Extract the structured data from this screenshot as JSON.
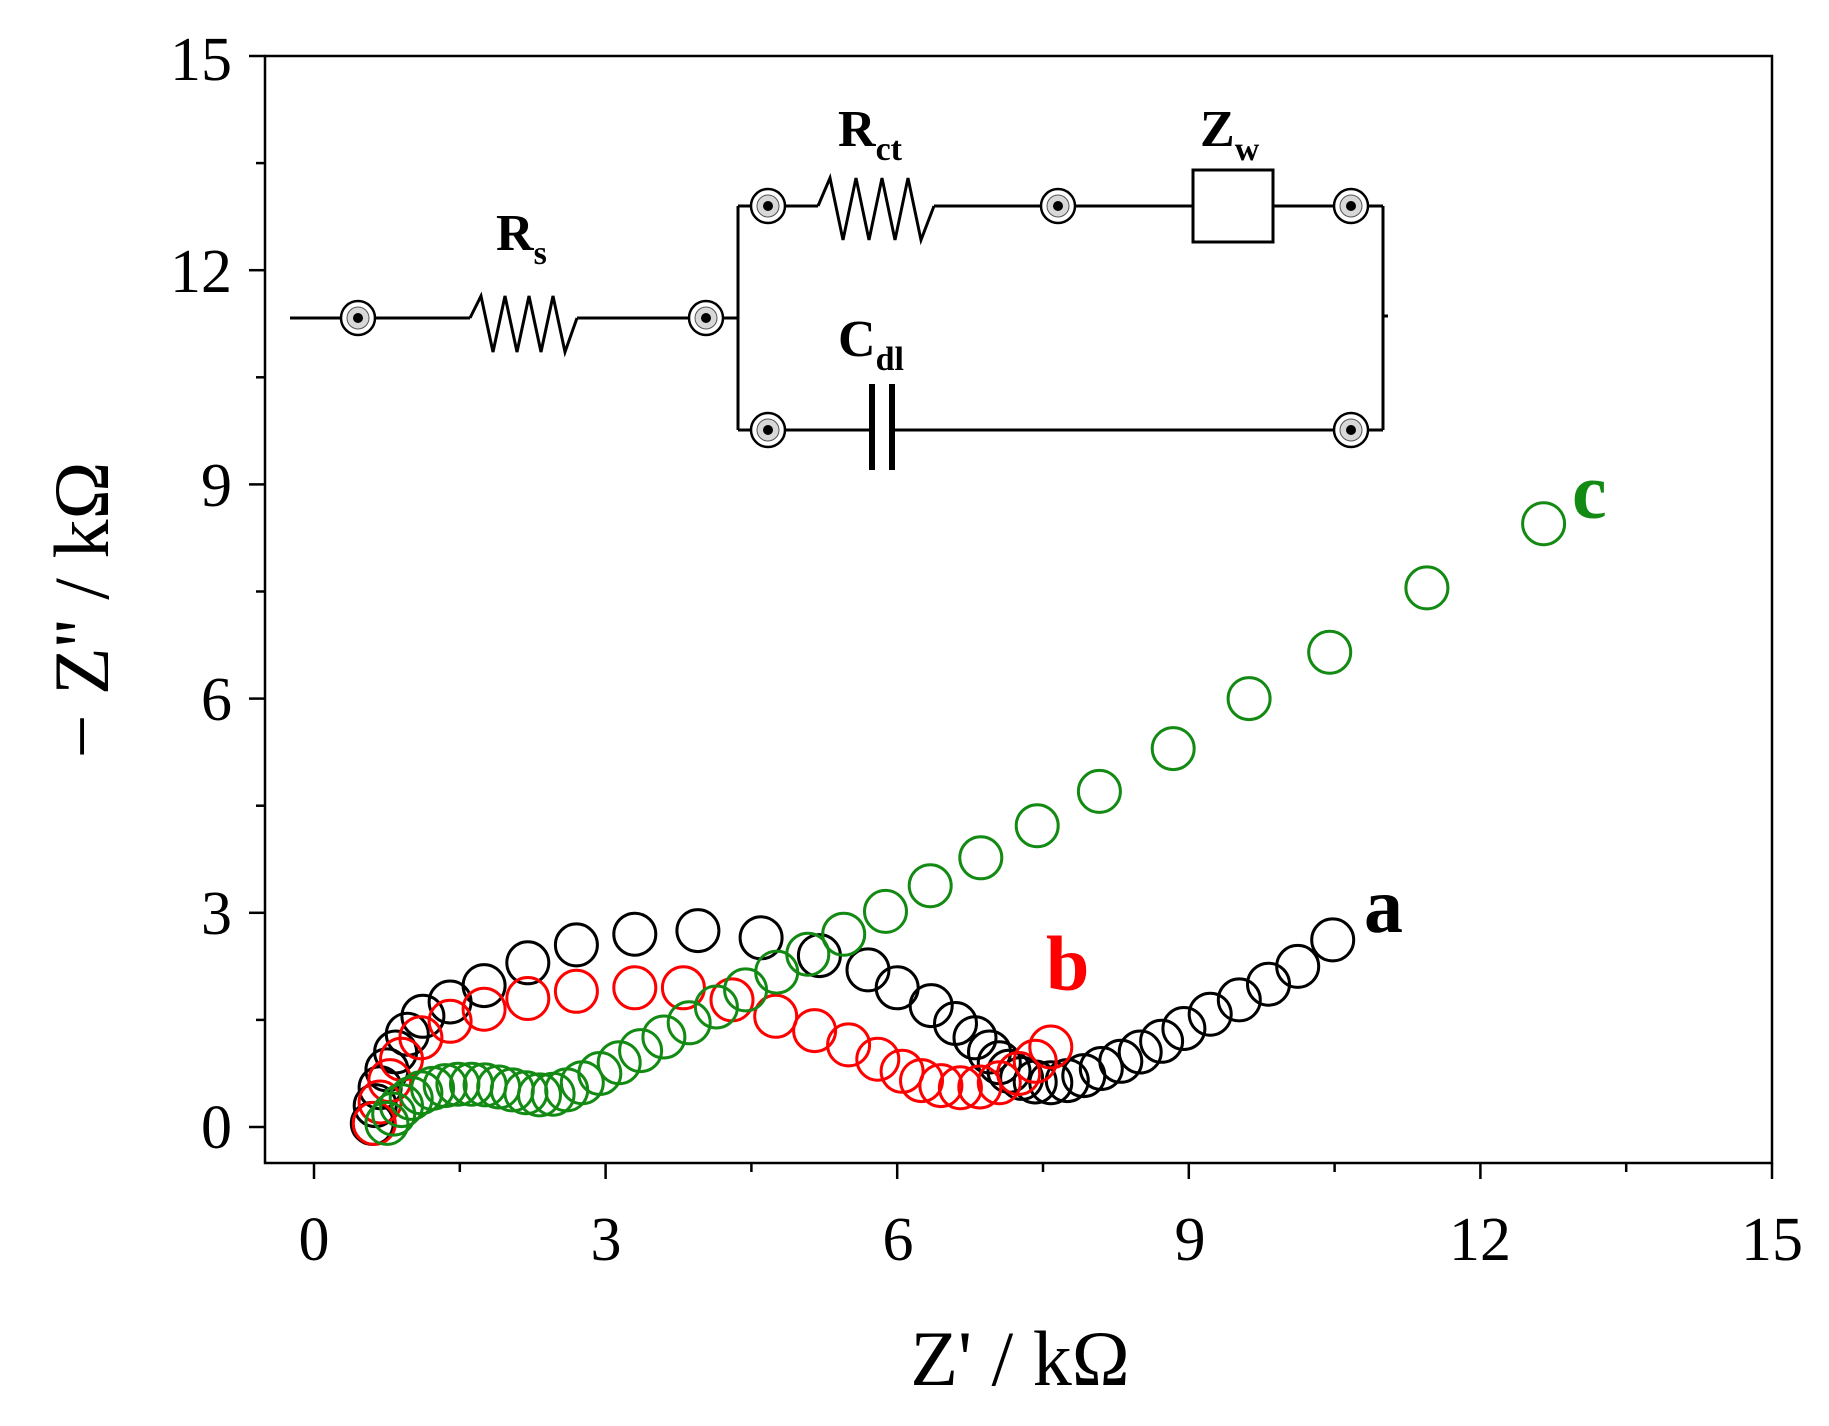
{
  "chart_data": {
    "type": "scatter",
    "title": "",
    "xlabel": "Z' / kΩ",
    "ylabel": "− Z'' / kΩ",
    "xlim": [
      -0.5,
      15
    ],
    "ylim": [
      -0.5,
      15
    ],
    "xticks": [
      "0",
      "3",
      "6",
      "9",
      "12",
      "15"
    ],
    "yticks": [
      "0",
      "3",
      "6",
      "9",
      "12",
      "15"
    ],
    "grid": false,
    "marker": "open-circle",
    "series": [
      {
        "name": "a",
        "color": "#000000",
        "points": [
          [
            0.6,
            0.05
          ],
          [
            0.63,
            0.3
          ],
          [
            0.68,
            0.55
          ],
          [
            0.75,
            0.8
          ],
          [
            0.84,
            1.05
          ],
          [
            0.96,
            1.3
          ],
          [
            1.12,
            1.55
          ],
          [
            1.4,
            1.75
          ],
          [
            1.75,
            1.98
          ],
          [
            2.2,
            2.3
          ],
          [
            2.7,
            2.55
          ],
          [
            3.3,
            2.7
          ],
          [
            3.95,
            2.75
          ],
          [
            4.6,
            2.65
          ],
          [
            5.2,
            2.4
          ],
          [
            5.7,
            2.2
          ],
          [
            6.0,
            1.95
          ],
          [
            6.35,
            1.7
          ],
          [
            6.6,
            1.45
          ],
          [
            6.8,
            1.25
          ],
          [
            6.95,
            1.05
          ],
          [
            7.05,
            0.9
          ],
          [
            7.15,
            0.78
          ],
          [
            7.28,
            0.68
          ],
          [
            7.42,
            0.63
          ],
          [
            7.58,
            0.62
          ],
          [
            7.75,
            0.65
          ],
          [
            7.92,
            0.72
          ],
          [
            8.1,
            0.82
          ],
          [
            8.3,
            0.92
          ],
          [
            8.5,
            1.05
          ],
          [
            8.72,
            1.2
          ],
          [
            8.95,
            1.38
          ],
          [
            9.22,
            1.58
          ],
          [
            9.52,
            1.78
          ],
          [
            9.82,
            2.0
          ],
          [
            10.12,
            2.25
          ],
          [
            10.48,
            2.62
          ]
        ]
      },
      {
        "name": "b",
        "color": "#ff0000",
        "points": [
          [
            0.62,
            0.05
          ],
          [
            0.68,
            0.35
          ],
          [
            0.78,
            0.65
          ],
          [
            0.9,
            0.95
          ],
          [
            1.1,
            1.25
          ],
          [
            1.4,
            1.48
          ],
          [
            1.75,
            1.65
          ],
          [
            2.2,
            1.8
          ],
          [
            2.7,
            1.9
          ],
          [
            3.3,
            1.95
          ],
          [
            3.8,
            1.95
          ],
          [
            4.3,
            1.78
          ],
          [
            4.75,
            1.55
          ],
          [
            5.15,
            1.35
          ],
          [
            5.5,
            1.15
          ],
          [
            5.8,
            0.95
          ],
          [
            6.05,
            0.78
          ],
          [
            6.25,
            0.65
          ],
          [
            6.45,
            0.58
          ],
          [
            6.65,
            0.55
          ],
          [
            6.85,
            0.56
          ],
          [
            7.05,
            0.62
          ],
          [
            7.25,
            0.75
          ],
          [
            7.42,
            0.92
          ],
          [
            7.58,
            1.12
          ]
        ]
      },
      {
        "name": "c",
        "color": "#138a13",
        "points": [
          [
            0.75,
            0.05
          ],
          [
            0.82,
            0.18
          ],
          [
            0.9,
            0.3
          ],
          [
            1.0,
            0.4
          ],
          [
            1.1,
            0.48
          ],
          [
            1.22,
            0.54
          ],
          [
            1.35,
            0.58
          ],
          [
            1.48,
            0.6
          ],
          [
            1.62,
            0.6
          ],
          [
            1.76,
            0.59
          ],
          [
            1.9,
            0.56
          ],
          [
            2.04,
            0.52
          ],
          [
            2.18,
            0.48
          ],
          [
            2.32,
            0.45
          ],
          [
            2.46,
            0.46
          ],
          [
            2.6,
            0.52
          ],
          [
            2.76,
            0.62
          ],
          [
            2.94,
            0.75
          ],
          [
            3.14,
            0.9
          ],
          [
            3.36,
            1.07
          ],
          [
            3.6,
            1.26
          ],
          [
            3.86,
            1.46
          ],
          [
            4.14,
            1.68
          ],
          [
            4.44,
            1.92
          ],
          [
            4.76,
            2.17
          ],
          [
            5.08,
            2.42
          ],
          [
            5.45,
            2.7
          ],
          [
            5.88,
            3.02
          ],
          [
            6.34,
            3.38
          ],
          [
            6.86,
            3.77
          ],
          [
            7.44,
            4.22
          ],
          [
            8.08,
            4.7
          ],
          [
            8.84,
            5.3
          ],
          [
            9.62,
            6.0
          ],
          [
            10.45,
            6.65
          ],
          [
            11.45,
            7.55
          ],
          [
            12.65,
            8.45
          ]
        ]
      }
    ],
    "annotations": [
      "a",
      "b",
      "c"
    ],
    "inset_circuit": {
      "elements": [
        "Rs",
        "Rct",
        "Zw",
        "Cdl"
      ]
    }
  }
}
